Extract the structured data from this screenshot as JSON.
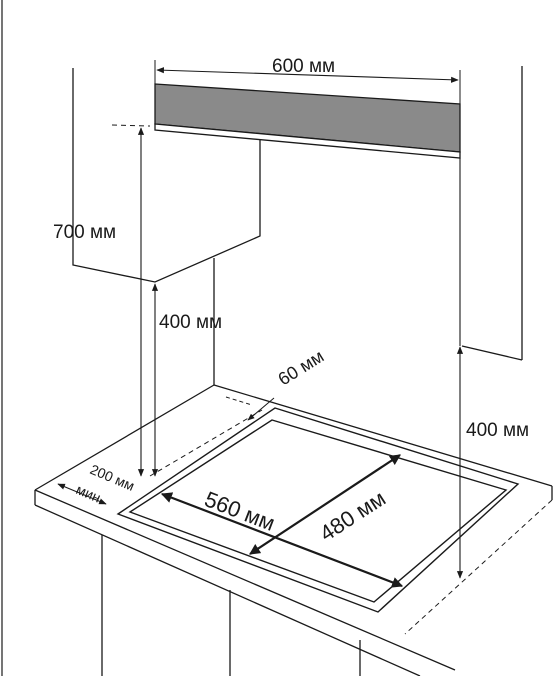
{
  "diagram": {
    "colors": {
      "line": "#1a1a1a",
      "hood": "#8a8a8a",
      "background": "#ffffff"
    },
    "labels": {
      "hood_width": "600 мм",
      "hood_height": "700 мм",
      "cabinet_clearance_left": "400 мм",
      "cabinet_clearance_right": "400 мм",
      "rear_gap": "60 мм",
      "cutout_width": "560 мм",
      "cutout_depth": "480 мм",
      "side_min_value": "200 мм",
      "side_min_word": "мин"
    }
  }
}
